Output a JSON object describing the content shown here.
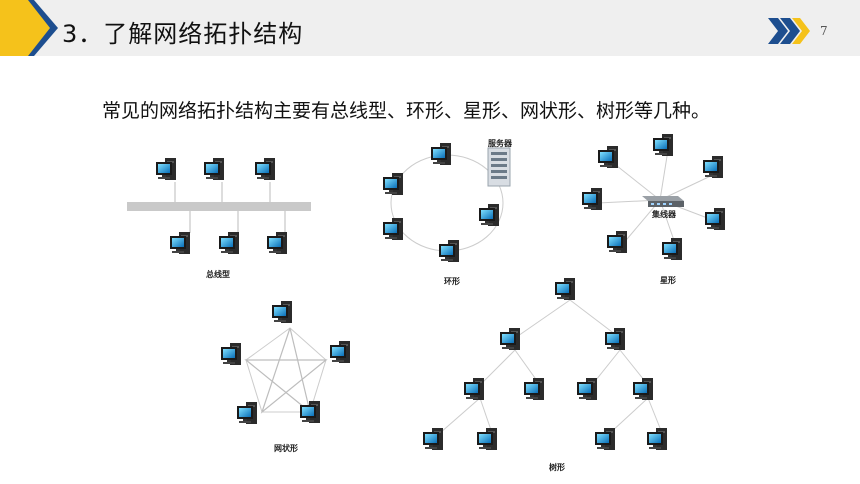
{
  "slide": {
    "title": "3．了解网络拓扑结构",
    "page_number": "7",
    "intro": "常见的网络拓扑结构主要有总线型、环形、星形、网状形、树形等几种。"
  },
  "diagrams": {
    "bus": {
      "label": "总线型"
    },
    "ring": {
      "label": "环形",
      "server_label": "服务器"
    },
    "star": {
      "label": "星形",
      "hub_label": "集线器"
    },
    "mesh": {
      "label": "网状形"
    },
    "tree": {
      "label": "树形"
    }
  },
  "colors": {
    "accent_yellow": "#f5c21b",
    "accent_blue": "#1d4e8f",
    "header_bg": "#efefef"
  }
}
